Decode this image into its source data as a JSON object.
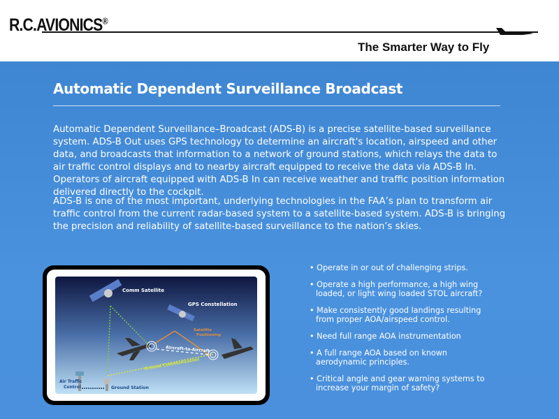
{
  "header": {
    "logo": "R.C.AVIONICS",
    "logo_mark": "®",
    "tagline": "The Smarter Way to Fly"
  },
  "main": {
    "title": "Automatic Dependent Surveillance Broadcast",
    "paragraphs": [
      "Automatic Dependent Surveillance–Broadcast (ADS-B) is a precise satellite-based surveillance system. ADS-B Out uses GPS technology to determine an aircraft's location, airspeed and other data, and broadcasts that information to a network of ground stations, which relays the data to air traffic control displays and to nearby aircraft equipped to receive the data via ADS-B In. Operators of aircraft equipped with ADS-B In can receive weather and traffic position information delivered directly to the cockpit.",
      "ADS-B is one of the most important, underlying technologies in the FAA’s plan to transform air traffic control from the current radar-based system to a satellite-based system. ADS-B is bringing the precision and reliability of satellite-based surveillance to the nation’s skies."
    ],
    "diagram": {
      "comm_satellite": "Comm Satellite",
      "gps": "GPS Constellation",
      "sat_pos_1": "Satellite",
      "sat_pos_2": "Positioning",
      "a2a": "Aircraft-to-Aircraft",
      "ground_comm": "Ground Communication",
      "atc_1": "Air Traffic",
      "atc_2": "Control",
      "ground_station": "Ground Station"
    },
    "bullets": [
      "Operate in or out of challenging strips.",
      "Operate a high performance, a high wing loaded, or light wing loaded STOL aircraft?",
      "Make consistently good landings resulting from proper AOA/airspeed control.",
      "Need full range AOA instrumentation",
      "A full range AOA based on known aerodynamic principles.",
      "Critical angle and gear warning systems to increase your margin of safety?"
    ]
  }
}
